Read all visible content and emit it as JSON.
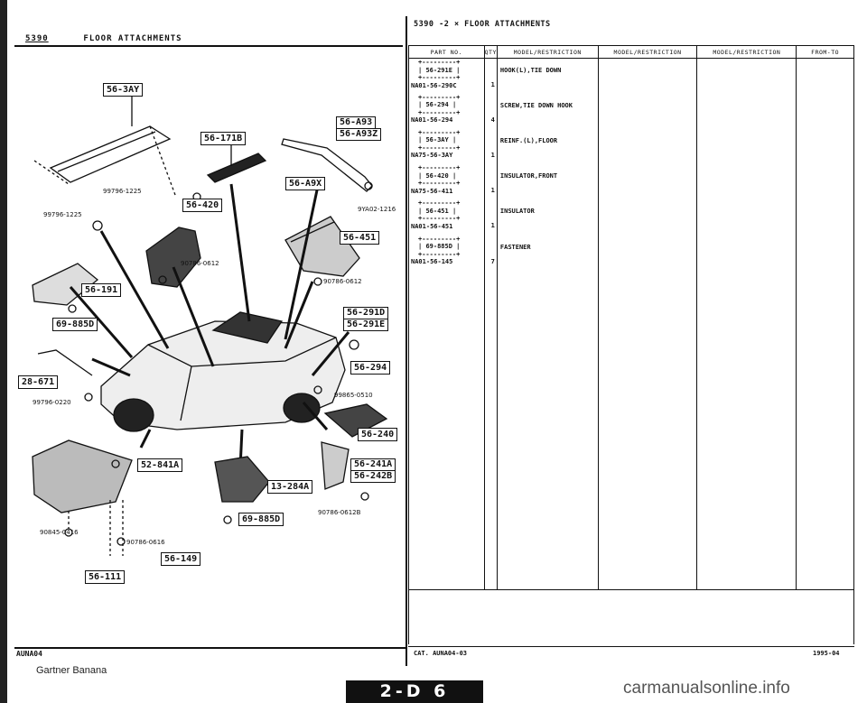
{
  "left_page": {
    "section_code": "5390",
    "section_title": "FLOOR ATTACHMENTS",
    "footer": "AUNA04",
    "callouts": [
      "56-3AY",
      "56-171B",
      "56-A93",
      "56-A93Z",
      "56-A9X",
      "56-420",
      "56-451",
      "56-191",
      "69-885D",
      "56-291D",
      "56-291E",
      "28-671",
      "56-294",
      "56-240",
      "52-841A",
      "56-241A",
      "56-242B",
      "13-284A",
      "69-885D",
      "56-149",
      "56-111"
    ],
    "part_numbers": [
      "99796-1225",
      "99796-1225",
      "9YA02-1216",
      "90786-0612",
      "90786-0612",
      "99796-0220",
      "99865-0510",
      "90786-0612B",
      "90786-0616",
      "90845-0416"
    ]
  },
  "right_page": {
    "header": "5390 -2 × FLOOR ATTACHMENTS",
    "columns": [
      "PART NO.",
      "QTY",
      "MODEL/RESTRICTION",
      "MODEL/RESTRICTION",
      "MODEL/RESTRICTION",
      "FROM-TO"
    ],
    "rows": [
      {
        "box": "56-291E",
        "part_no": "NA01-56-290C",
        "qty": "1",
        "desc": "HOOK(L),TIE DOWN"
      },
      {
        "box": "56-294",
        "part_no": "NA01-56-294",
        "qty": "4",
        "desc": "SCREW,TIE DOWN HOOK"
      },
      {
        "box": "56-3AY",
        "part_no": "NA75-56-3AY",
        "qty": "1",
        "desc": "REINF.(L),FLOOR"
      },
      {
        "box": "56-420",
        "part_no": "NA75-56-411",
        "qty": "1",
        "desc": "INSULATOR,FRONT"
      },
      {
        "box": "56-451",
        "part_no": "NA01-56-451",
        "qty": "1",
        "desc": "INSULATOR"
      },
      {
        "box": "69-885D",
        "part_no": "NA01-56-145",
        "qty": "7",
        "desc": "FASTENER"
      }
    ],
    "footer_cat": "CAT. AUNA04-03",
    "footer_date": "1995-04"
  },
  "watermark": "Gartner Banana",
  "page_tab": "2-D 6",
  "site": "carmanualsonline.info"
}
